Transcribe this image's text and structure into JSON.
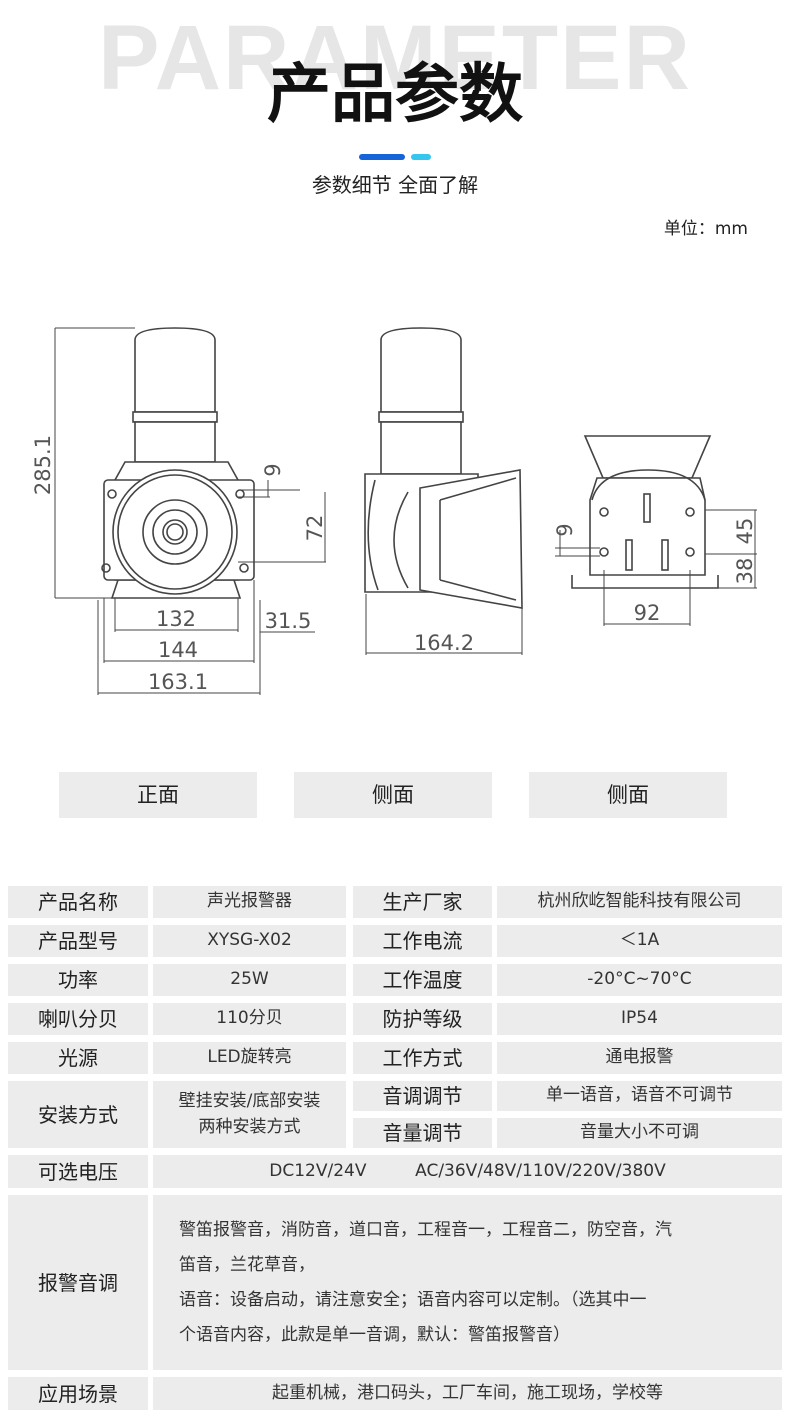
{
  "header": {
    "bg_word": "PARAMETER",
    "title": "产品参数",
    "subtitle": "参数细节 全面了解",
    "unit": "单位：mm"
  },
  "colors": {
    "accent_blue": "#1565d8",
    "accent_cyan": "#36c5ef",
    "cell_bg": "#ececec"
  },
  "drawing": {
    "dims": {
      "height": "285.1",
      "d9_front": "9",
      "d72": "72",
      "d132": "132",
      "d31_5": "31.5",
      "d144": "144",
      "d163_1": "163.1",
      "d164_2": "164.2",
      "d9_side": "9",
      "d45": "45",
      "d38": "38",
      "d92": "92"
    }
  },
  "view_labels": [
    "正面",
    "侧面",
    "侧面"
  ],
  "params": {
    "r1": {
      "k1": "产品名称",
      "v1": "声光报警器",
      "k2": "生产厂家",
      "v2": "杭州欣屹智能科技有限公司"
    },
    "r2": {
      "k1": "产品型号",
      "v1": "XYSG-X02",
      "k2": "工作电流",
      "v2": "＜1A"
    },
    "r3": {
      "k1": "功率",
      "v1": "25W",
      "k2": "工作温度",
      "v2": "-20°C~70°C"
    },
    "r4": {
      "k1": "喇叭分贝",
      "v1": "110分贝",
      "k2": "防护等级",
      "v2": "IP54"
    },
    "r5": {
      "k1": "光源",
      "v1": "LED旋转亮",
      "k2": "工作方式",
      "v2": "通电报警"
    },
    "r6": {
      "k1": "安装方式",
      "v1a": "壁挂安装/底部安装",
      "v1b": "两种安装方式",
      "k2": "音调调节",
      "v2": "单一语音，语音不可调节",
      "k3": "音量调节",
      "v3": "音量大小不可调"
    },
    "r7": {
      "k1": "可选电压",
      "v1": "DC12V/24V         AC/36V/48V/110V/220V/380V"
    },
    "r8": {
      "k1": "报警音调",
      "l1": "警笛报警音，消防音，道口音，工程音一，工程音二，防空音，汽",
      "l2": "笛音，兰花草音，",
      "l3": "语音：设备启动，请注意安全；语音内容可以定制。（选其中一",
      "l4": "个语音内容，此款是单一音调，默认：警笛报警音）"
    },
    "r9": {
      "k1": "应用场景",
      "v1": "起重机械，港口码头，工厂车间，施工现场，学校等"
    }
  }
}
